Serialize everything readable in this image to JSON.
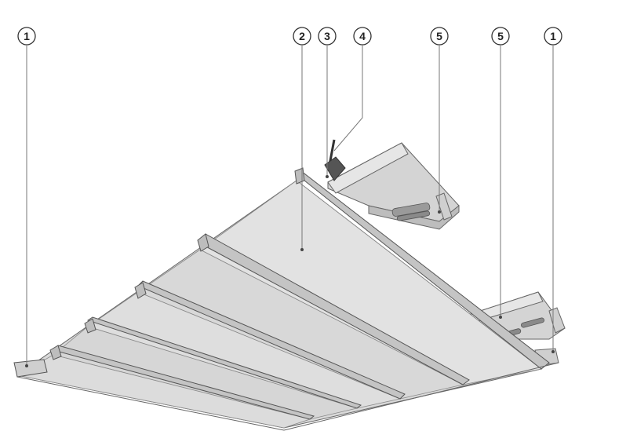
{
  "figure": {
    "description_kind": "exploded ceiling panel system",
    "colors": {
      "panel": "#d9d9d9",
      "panel_light": "#e4e4e4",
      "panel_edge": "#b8b8b8",
      "rail": "#cfcfcf",
      "rail_dark": "#9a9a9a",
      "outline": "#666666",
      "leader": "#777777"
    },
    "callouts": [
      {
        "id": "c1a",
        "label": "1"
      },
      {
        "id": "c2",
        "label": "2"
      },
      {
        "id": "c3",
        "label": "3"
      },
      {
        "id": "c4",
        "label": "4"
      },
      {
        "id": "c5a",
        "label": "5"
      },
      {
        "id": "c5b",
        "label": "5"
      },
      {
        "id": "c1b",
        "label": "1"
      }
    ]
  }
}
